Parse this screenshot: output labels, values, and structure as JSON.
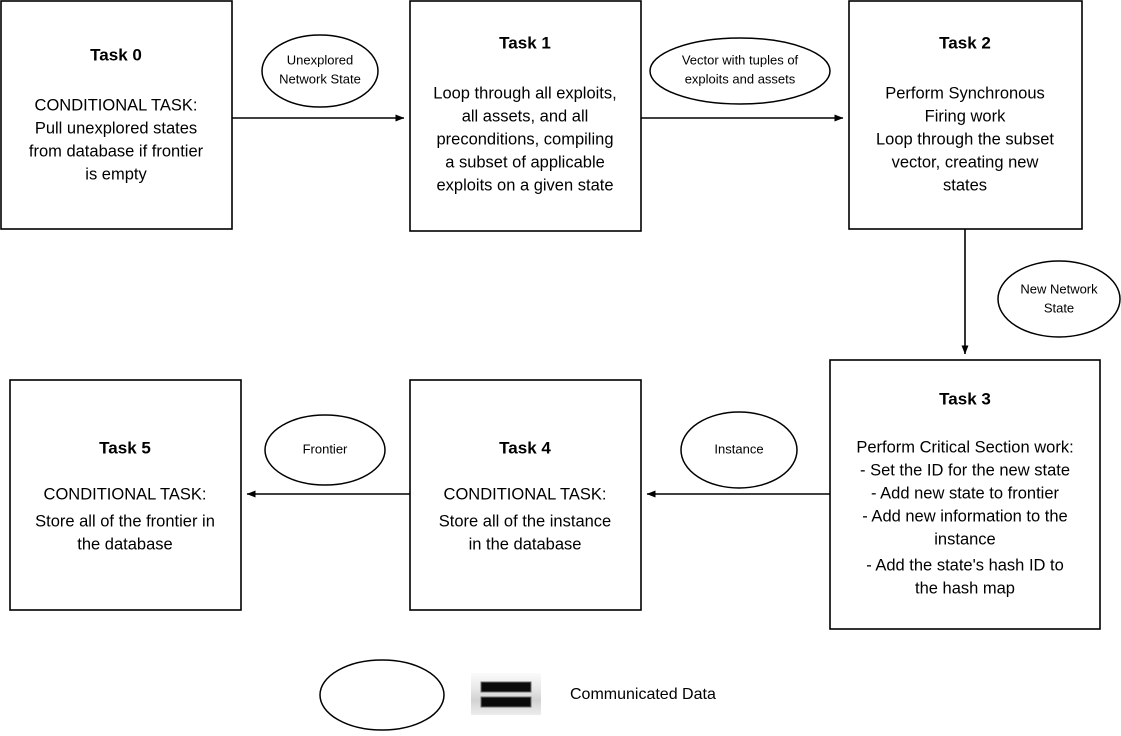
{
  "diagram": {
    "title_text_present": false,
    "colors": {
      "background": "#ffffff",
      "stroke": "#000000",
      "text": "#000000",
      "legend_icon_bg_light": "#f2f2f2",
      "legend_icon_bg_mid": "#d5d5d5",
      "legend_icon_bar": "#0a0a0a"
    },
    "nodes": [
      {
        "id": "task0",
        "title": "Task 0",
        "lines": [
          "CONDITIONAL TASK:",
          "Pull unexplored states",
          "from database if frontier",
          "is empty"
        ]
      },
      {
        "id": "task1",
        "title": "Task 1",
        "lines": [
          "Loop through all exploits,",
          "all assets, and all",
          "preconditions, compiling",
          "a subset of applicable",
          "exploits on a given state"
        ]
      },
      {
        "id": "task2",
        "title": "Task 2",
        "lines": [
          "Perform Synchronous",
          "Firing work",
          "Loop through the subset",
          "vector, creating new",
          "states"
        ]
      },
      {
        "id": "task3",
        "title": "Task 3",
        "lines": [
          "Perform Critical Section work:",
          "- Set the ID for the new state",
          "- Add new state to frontier",
          "- Add new information to the",
          "instance",
          "- Add the state's hash ID to",
          "the hash map"
        ]
      },
      {
        "id": "task4",
        "title": "Task 4",
        "lines": [
          "CONDITIONAL TASK:",
          "Store all of the instance",
          "in the database"
        ]
      },
      {
        "id": "task5",
        "title": "Task 5",
        "lines": [
          "CONDITIONAL TASK:",
          "Store all of the frontier in",
          "the database"
        ]
      }
    ],
    "edges": [
      {
        "id": "edge-task0-task1",
        "from": "task0",
        "to": "task1",
        "label_lines": [
          "Unexplored",
          "Network State"
        ]
      },
      {
        "id": "edge-task1-task2",
        "from": "task1",
        "to": "task2",
        "label_lines": [
          "Vector with tuples of",
          "exploits and assets"
        ]
      },
      {
        "id": "edge-task2-task3",
        "from": "task2",
        "to": "task3",
        "label_lines": [
          "New Network",
          "State"
        ]
      },
      {
        "id": "edge-task3-task4",
        "from": "task3",
        "to": "task4",
        "label_lines": [
          "Instance"
        ]
      },
      {
        "id": "edge-task4-task5",
        "from": "task4",
        "to": "task5",
        "label_lines": [
          "Frontier"
        ]
      }
    ],
    "legend": {
      "icon_name": "equals-sign-icon",
      "shape_name": "ellipse-shape",
      "label": "Communicated Data"
    }
  }
}
